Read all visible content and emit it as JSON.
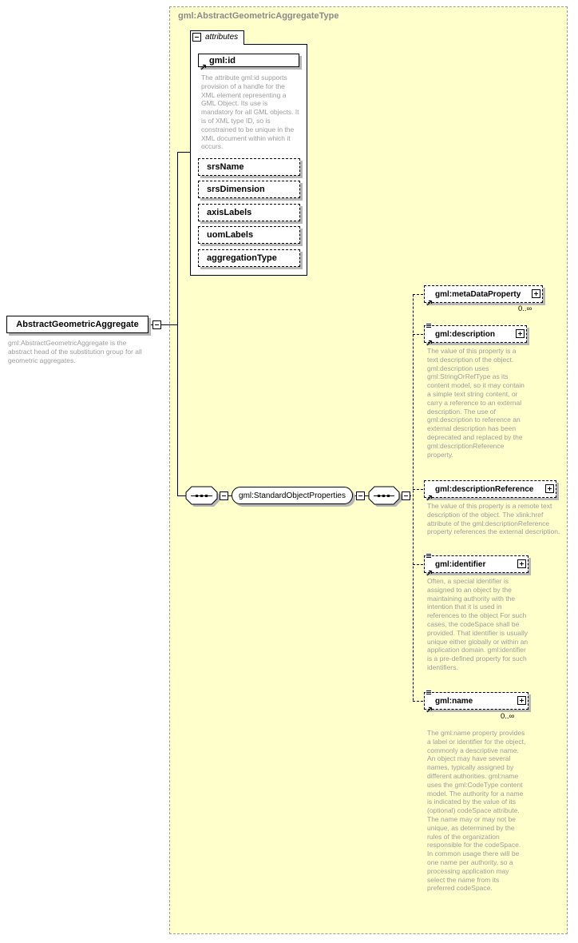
{
  "diagram": {
    "complex_type_title": "gml:AbstractGeometricAggregateType",
    "attributes_group": {
      "label": "attributes",
      "id_attribute": {
        "name": "gml:id",
        "doc": "The attribute gml:id supports provision of a handle for the XML element representing a GML Object. Its use is mandatory for all GML objects. It is of XML type ID, so is constrained to be unique in the XML document within which it occurs."
      },
      "optional_attributes": [
        "srsName",
        "srsDimension",
        "axisLabels",
        "uomLabels",
        "aggregationType"
      ]
    },
    "root_element": {
      "name": "AbstractGeometricAggregate",
      "doc": "gml:AbstractGeometricAggregate is the abstract head of the substitution group for all geometric aggregates."
    },
    "group_ref": {
      "name": "gml:StandardObjectProperties"
    },
    "children": [
      {
        "name": "gml:metaDataProperty",
        "cardinality": "0..∞",
        "doc": ""
      },
      {
        "name": "gml:description",
        "cardinality": "",
        "doc": "The value of this property is a text description of the object. gml:description uses gml:StringOrRefType as its content model, so it may contain a simple text string content, or carry a reference to an external description. The use of gml:description to reference an external description has been deprecated and replaced by the gml:descriptionReference property."
      },
      {
        "name": "gml:descriptionReference",
        "cardinality": "",
        "doc": "The value of this property is a remote text description of the object. The xlink:href attribute of the gml:descriptionReference property references the external description."
      },
      {
        "name": "gml:identifier",
        "cardinality": "",
        "doc": "Often, a special identifier is assigned to an object by the maintaining authority with the intention that it is used in references to the object For such cases, the codeSpace shall be provided. That identifier is usually unique either globally or within an application domain. gml:identifier is a pre-defined property for such identifiers."
      },
      {
        "name": "gml:name",
        "cardinality": "0..∞",
        "doc": "The gml:name property provides a label or identifier for the object, commonly a descriptive name. An object may have several names, typically assigned by different authorities. gml:name uses the gml:CodeType content model.  The authority for a name is indicated by the value of its (optional) codeSpace attribute.  The name may or may not be unique, as determined by the rules of the organization responsible for the codeSpace.  In common usage there will be one name per authority, so a processing application may select the name from its preferred codeSpace."
      }
    ],
    "colors": {
      "type_background": "#ffffcc",
      "box_border": "#000000",
      "muted_text": "#9c9c9c",
      "shadow": "#b7b7b7",
      "dashed_frame": "#9a9a9a"
    },
    "icons": {
      "collapse": "−",
      "expand": "+",
      "element_reference": "↗",
      "annotation": "≡",
      "sequence": "•••"
    }
  }
}
